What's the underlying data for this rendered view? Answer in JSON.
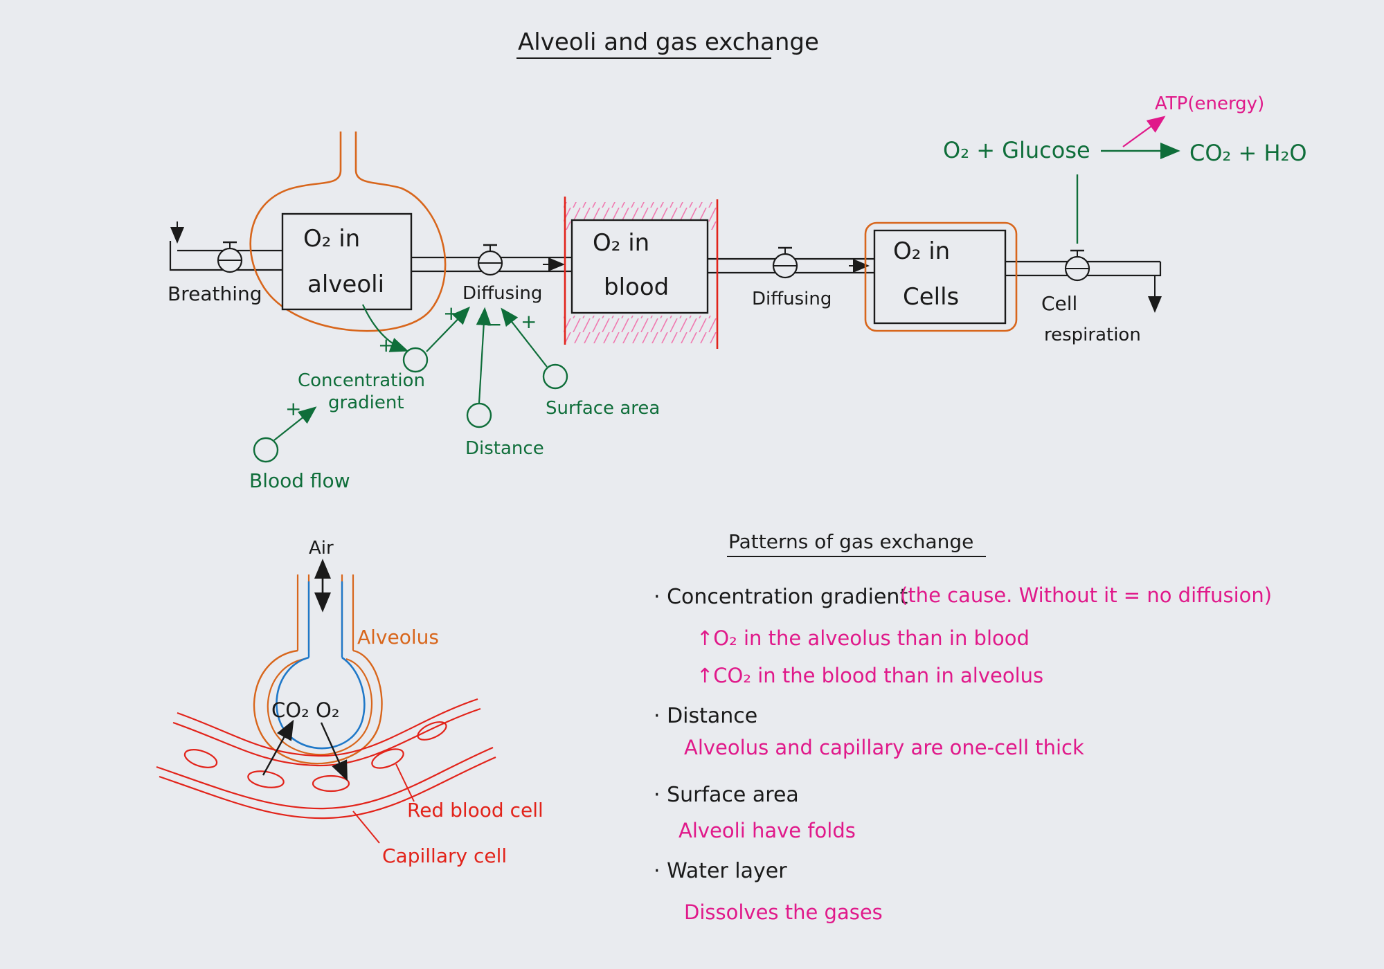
{
  "title": "Alveoli and gas exchange",
  "flow": {
    "box_alveoli": [
      "O₂ in",
      "alveoli"
    ],
    "box_blood": [
      "O₂ in",
      "blood"
    ],
    "box_cells": [
      "O₂ in",
      "Cells"
    ],
    "valve_breathing": "Breathing",
    "valve_diffusing_1": "Diffusing",
    "valve_diffusing_2": "Diffusing",
    "valve_respiration": [
      "Cell",
      "respiration"
    ]
  },
  "factors": {
    "concentration_gradient": [
      "Concentration",
      "gradient"
    ],
    "blood_flow": "Blood flow",
    "distance": "Distance",
    "surface_area": "Surface area",
    "signs": {
      "grad_to_diff": "+",
      "dist_to_diff": "−",
      "area_to_diff": "+",
      "alv_to_grad": "+",
      "flow_to_grad": "+"
    }
  },
  "reaction": {
    "left": "O₂ + Glucose",
    "right": "CO₂ + H₂O",
    "byproduct": "ATP(energy)"
  },
  "alveolus_diagram": {
    "air": "Air",
    "alveolus": "Alveolus",
    "co2": "CO₂",
    "o2": "O₂",
    "red_blood_cell": "Red blood cell",
    "capillary_cell": "Capillary cell"
  },
  "patterns": {
    "heading": "Patterns of gas exchange",
    "items": [
      {
        "head": "· Concentration gradient",
        "aside": "(the cause. Without it = no diffusion)",
        "lines": [
          "↑O₂ in the alveolus than in blood",
          "↑CO₂ in the blood than in alveolus"
        ]
      },
      {
        "head": "· Distance",
        "lines": [
          "Alveolus and capillary are one-cell thick"
        ]
      },
      {
        "head": "· Surface area",
        "lines": [
          "Alveoli have folds"
        ]
      },
      {
        "head": "· Water layer",
        "lines": [
          "Dissolves the gases"
        ]
      }
    ]
  },
  "colors": {
    "ink": "#1a1a1a",
    "green": "#0f6e3a",
    "magenta": "#e0198a",
    "orange": "#d8661c",
    "red": "#e2231a",
    "blue": "#1f78c8"
  }
}
